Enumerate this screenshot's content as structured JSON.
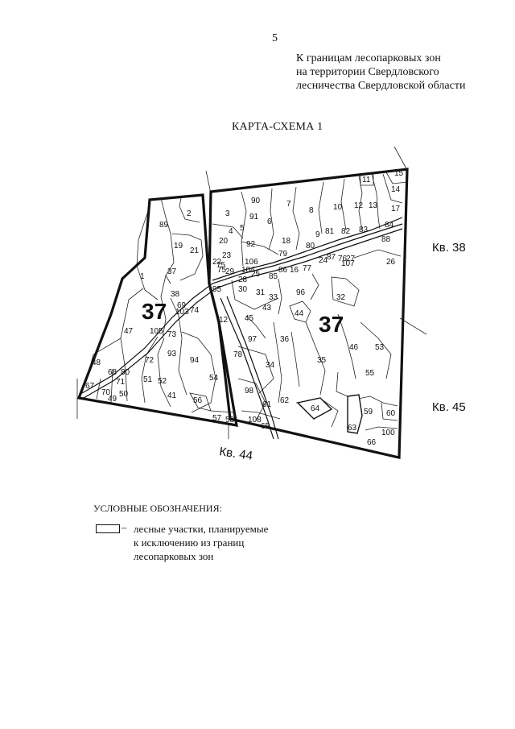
{
  "page_number": "5",
  "header_note": {
    "line1": "К границам лесопарковых зон",
    "line2": "на территории Свердловского",
    "line3": "лесничества Свердловской области"
  },
  "map_title": "КАРТА-СХЕМА 1",
  "map": {
    "block_labels": [
      "37",
      "37"
    ],
    "neighbor_labels": {
      "north_east": "Кв. 38",
      "south_east": "Кв. 45",
      "south": "Кв. 44"
    },
    "left_block_plots": [
      "89",
      "2",
      "19",
      "21",
      "37",
      "1",
      "38",
      "69",
      "103",
      "74",
      "47",
      "105",
      "73",
      "72",
      "93",
      "94",
      "48",
      "68",
      "80",
      "67",
      "70",
      "71",
      "50",
      "49",
      "51",
      "52",
      "41",
      "54",
      "56",
      "57",
      "58",
      "12"
    ],
    "right_block_plots": [
      "90",
      "7",
      "3",
      "91",
      "6",
      "8",
      "10",
      "12",
      "13",
      "17",
      "11",
      "15",
      "14",
      "4",
      "5",
      "18",
      "9",
      "81",
      "82",
      "83",
      "84",
      "88",
      "20",
      "92",
      "79",
      "80",
      "75",
      "23",
      "106",
      "24",
      "87",
      "27",
      "26",
      "22",
      "75",
      "104",
      "86",
      "16",
      "77",
      "107",
      "29",
      "25",
      "85",
      "76",
      "28",
      "95",
      "30",
      "31",
      "33",
      "96",
      "32",
      "43",
      "44",
      "45",
      "97",
      "36",
      "34",
      "35",
      "46",
      "53",
      "55",
      "78",
      "98",
      "61",
      "62",
      "64",
      "59",
      "60",
      "108",
      "65",
      "63",
      "100",
      "66"
    ]
  },
  "legend": {
    "heading": "УСЛОВНЫЕ ОБОЗНАЧЕНИЯ:",
    "dash": "–",
    "line1": "лесные участки, планируемые",
    "line2": "к исключению из границ",
    "line3": "лесопарковых зон"
  }
}
